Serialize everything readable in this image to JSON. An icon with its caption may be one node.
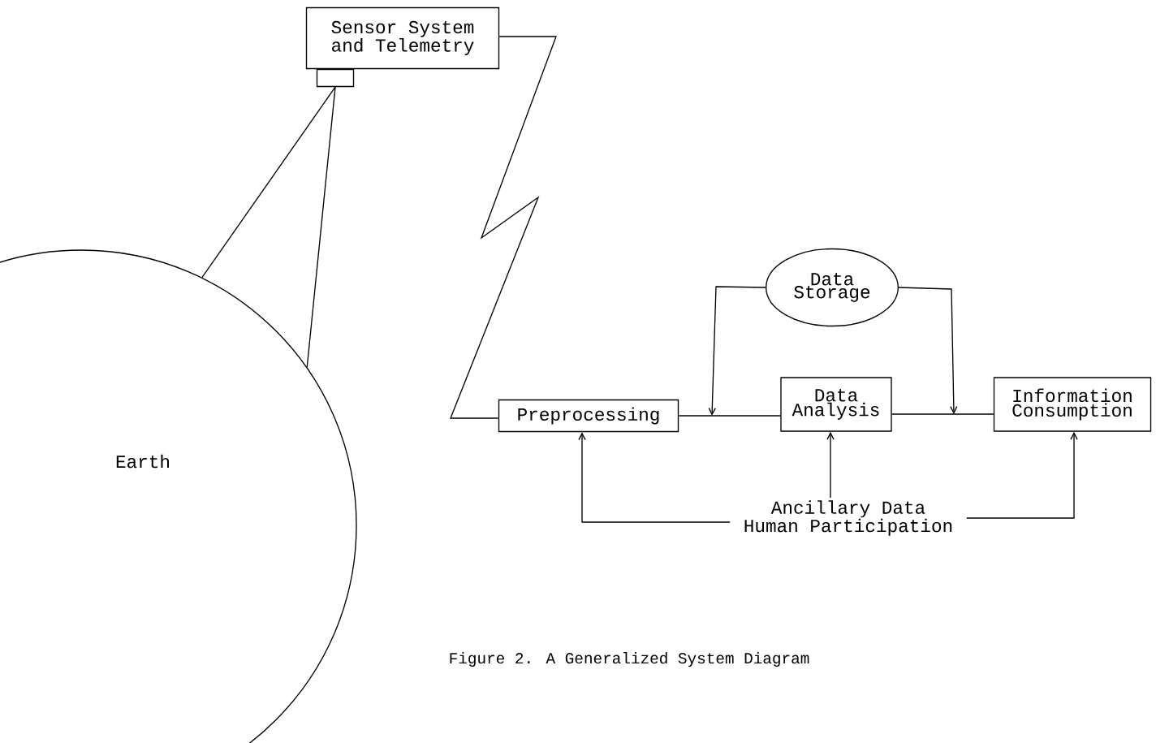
{
  "diagram": {
    "caption": "Figure 2. A Generalized System Diagram",
    "nodes": [
      {
        "text": [
          "Sensor System and Telemetry"
        ]
      },
      {
        "text": [],
        "shape": "box"
      },
      {
        "text": [
          "Earth"
        ]
      },
      {
        "text": [
          "Preprocessing"
        ]
      },
      {
        "text": [
          "Data Storage"
        ]
      },
      {
        "text": [
          "Data Analysis"
        ]
      },
      {
        "text": [
          "Information Consumption"
        ]
      },
      {
        "text": [
          "Ancillary Data Human Participation"
        ]
      }
    ],
    "edges": [
      {
        "from": 0,
        "to": 3,
        "arrow": "none"
      },
      {
        "from": 1,
        "to": 2,
        "arrow": "none"
      },
      {
        "from": 1,
        "to": 2,
        "arrow": "none"
      },
      {
        "from": 3,
        "to": 5,
        "arrow": "none"
      },
      {
        "from": 5,
        "to": 6,
        "arrow": "none"
      },
      {
        "from": 4,
        "to": null,
        "arrow": "to"
      },
      {
        "from": 4,
        "to": null,
        "arrow": "to"
      },
      {
        "from": 7,
        "to": 3,
        "arrow": "to"
      },
      {
        "from": 7,
        "to": 5,
        "arrow": "to"
      },
      {
        "from": 7,
        "to": 6,
        "arrow": "to"
      }
    ]
  }
}
